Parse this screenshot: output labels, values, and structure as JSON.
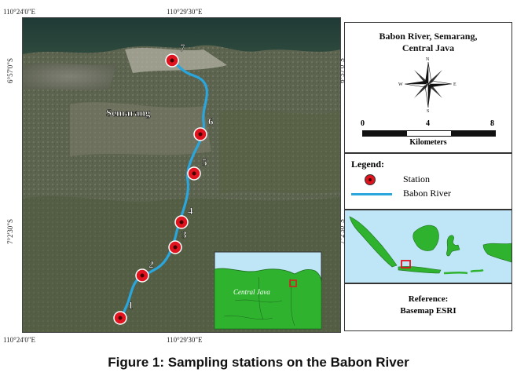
{
  "coords": {
    "top_left": "110°24'0\"E",
    "top_center": "110°29'30\"E",
    "bottom_left": "110°24'0\"E",
    "bottom_center": "110°29'30\"E",
    "left_upper": "6°57'0\"S",
    "left_lower": "7°2'30\"S",
    "right_upper": "6°57'0\"S",
    "right_lower": "7°2'30\"S"
  },
  "map": {
    "city_label": "Semarang",
    "inset_label": "Central Java",
    "stations": [
      {
        "number": "1"
      },
      {
        "number": "2"
      },
      {
        "number": "3"
      },
      {
        "number": "4"
      },
      {
        "number": "5"
      },
      {
        "number": "6"
      },
      {
        "number": "7"
      }
    ],
    "colors": {
      "river": "#2aa6dc",
      "station_fill": "#e0141e",
      "land_green": "#2fb32f",
      "sea_blue": "#bfe6f7",
      "marker": "#e0141e"
    }
  },
  "title_panel": {
    "title_line1": "Babon River, Semarang,",
    "title_line2": "Central Java",
    "compass": {
      "n": "N",
      "s": "S",
      "e": "E",
      "w": "W"
    },
    "scale": {
      "t0": "0",
      "t1": "4",
      "t2": "8",
      "unit": "Kilometers"
    }
  },
  "legend": {
    "heading": "Legend:",
    "station_label": "Station",
    "river_label": "Babon River"
  },
  "reference": {
    "line1": "Reference:",
    "line2": "Basemap ESRI"
  },
  "caption": "Figure 1: Sampling stations on the Babon River"
}
